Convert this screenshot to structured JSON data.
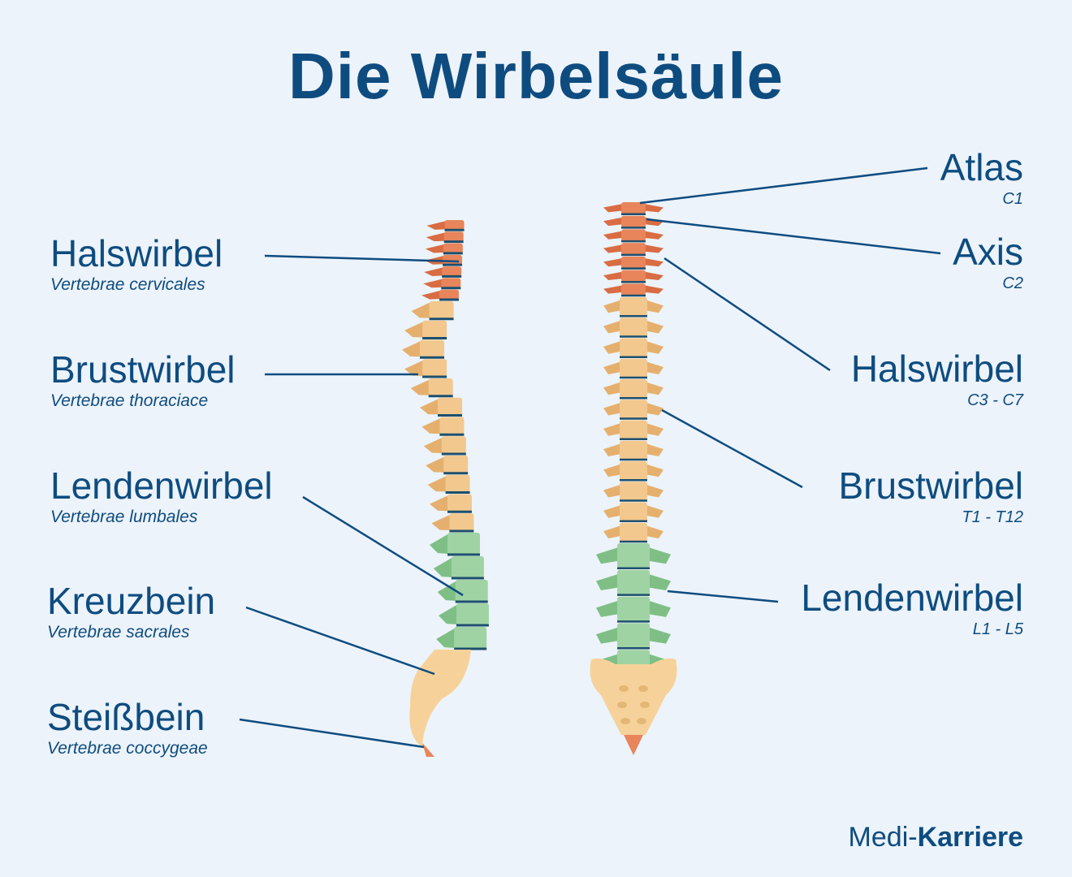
{
  "title": "Die Wirbelsäule",
  "left_labels": [
    {
      "name": "Halswirbel",
      "sub": "Vertebrae cervicales"
    },
    {
      "name": "Brustwirbel",
      "sub": "Vertebrae thoraciace"
    },
    {
      "name": "Lendenwirbel",
      "sub": "Vertebrae lumbales"
    },
    {
      "name": "Kreuzbein",
      "sub": "Vertebrae sacrales"
    },
    {
      "name": "Steißbein",
      "sub": "Vertebrae coccygeae"
    }
  ],
  "right_labels": [
    {
      "name": "Atlas",
      "sub": "C1"
    },
    {
      "name": "Axis",
      "sub": "C2"
    },
    {
      "name": "Halswirbel",
      "sub": "C3 - C7"
    },
    {
      "name": "Brustwirbel",
      "sub": "T1 - T12"
    },
    {
      "name": "Lendenwirbel",
      "sub": "L1 - L5"
    }
  ],
  "brand": {
    "prefix": "Medi-",
    "bold": "Karriere"
  },
  "colors": {
    "cervical": "#e8855a",
    "thoracic": "#f2c88e",
    "lumbar": "#9fd3a3",
    "bone": "#f6d29a",
    "line": "#0e4c80"
  }
}
